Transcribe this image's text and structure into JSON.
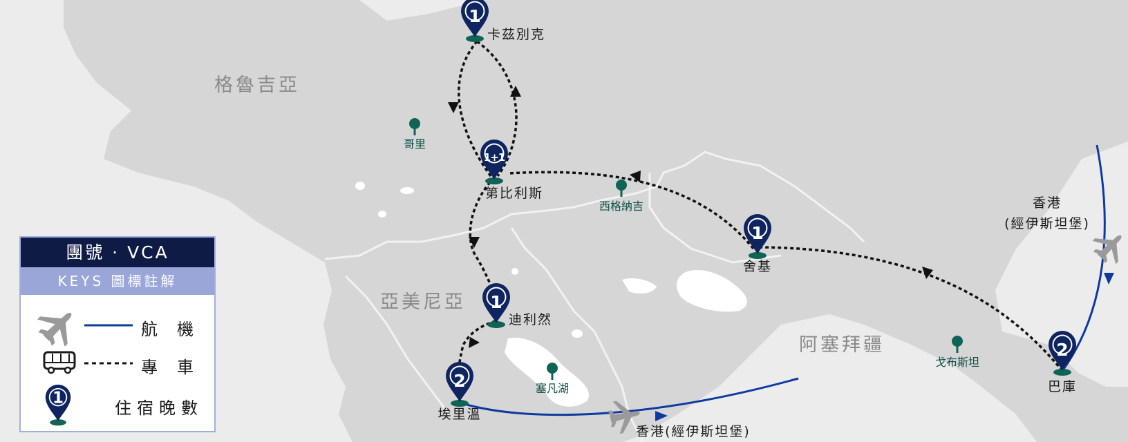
{
  "countries": {
    "georgia": "格魯吉亞",
    "armenia": "亞美尼亞",
    "azerbaijan": "阿塞拜疆"
  },
  "cities": {
    "kazbegi": "卡茲別克",
    "tbilisi": "第比利斯",
    "sheki": "舍基",
    "dilijan": "迪利然",
    "yerevan": "埃里溫",
    "baku": "巴庫",
    "hk_left": "香港(經伊斯坦堡)",
    "hk_right_line1": "香港",
    "hk_right_line2": "(經伊斯坦堡)"
  },
  "pois": {
    "gori": "哥里",
    "signagi": "西格納吉",
    "sevan": "塞凡湖",
    "gobustan": "戈布斯坦"
  },
  "nights": {
    "kazbegi": "1",
    "tbilisi": "1+1",
    "sheki": "1",
    "dilijan": "1",
    "yerevan": "2",
    "baku": "2"
  },
  "legend": {
    "title": "團號 · VCA",
    "subtitle": "KEYS 圖標註解",
    "flight_label": "航機",
    "coach_label": "專車",
    "nights_label": "住宿晚數",
    "sample_number": "1"
  },
  "colors": {
    "pin": "#0f2560",
    "pin_base": "#0f6455",
    "flight_line": "#0d3aa0",
    "land": "#d6d6d6",
    "sea": "#ececec",
    "poi": "#0f6455",
    "country_text": "#8a8a8a"
  },
  "icons": [
    "plane-icon",
    "bus-icon",
    "map-pin-icon"
  ]
}
